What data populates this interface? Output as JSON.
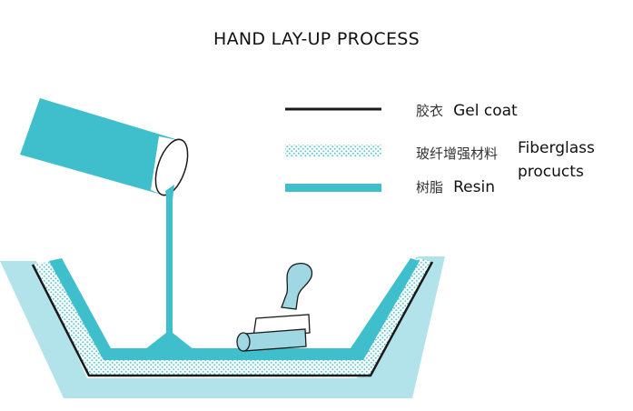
{
  "title": "HAND LAY-UP PROCESS",
  "legend": [
    {
      "cn": "胶衣",
      "en": "Gel coat",
      "style": "line",
      "color": "#1a1a1a"
    },
    {
      "cn": "玻纤增强材料",
      "en": "Fiberglass\nprocucts",
      "style": "dotted",
      "color": "#5bc8d4"
    },
    {
      "cn": "树脂",
      "en": "Resin",
      "style": "band",
      "color": "#3fbfcc"
    }
  ],
  "colors": {
    "resin": "#3fbfcc",
    "mold": "#b3e3ea",
    "gelcoat": "#1a1a1a",
    "fiberglass_dot": "#5bc8d4"
  },
  "icons": [
    "pouring-bucket-icon",
    "roller-brush-icon"
  ]
}
